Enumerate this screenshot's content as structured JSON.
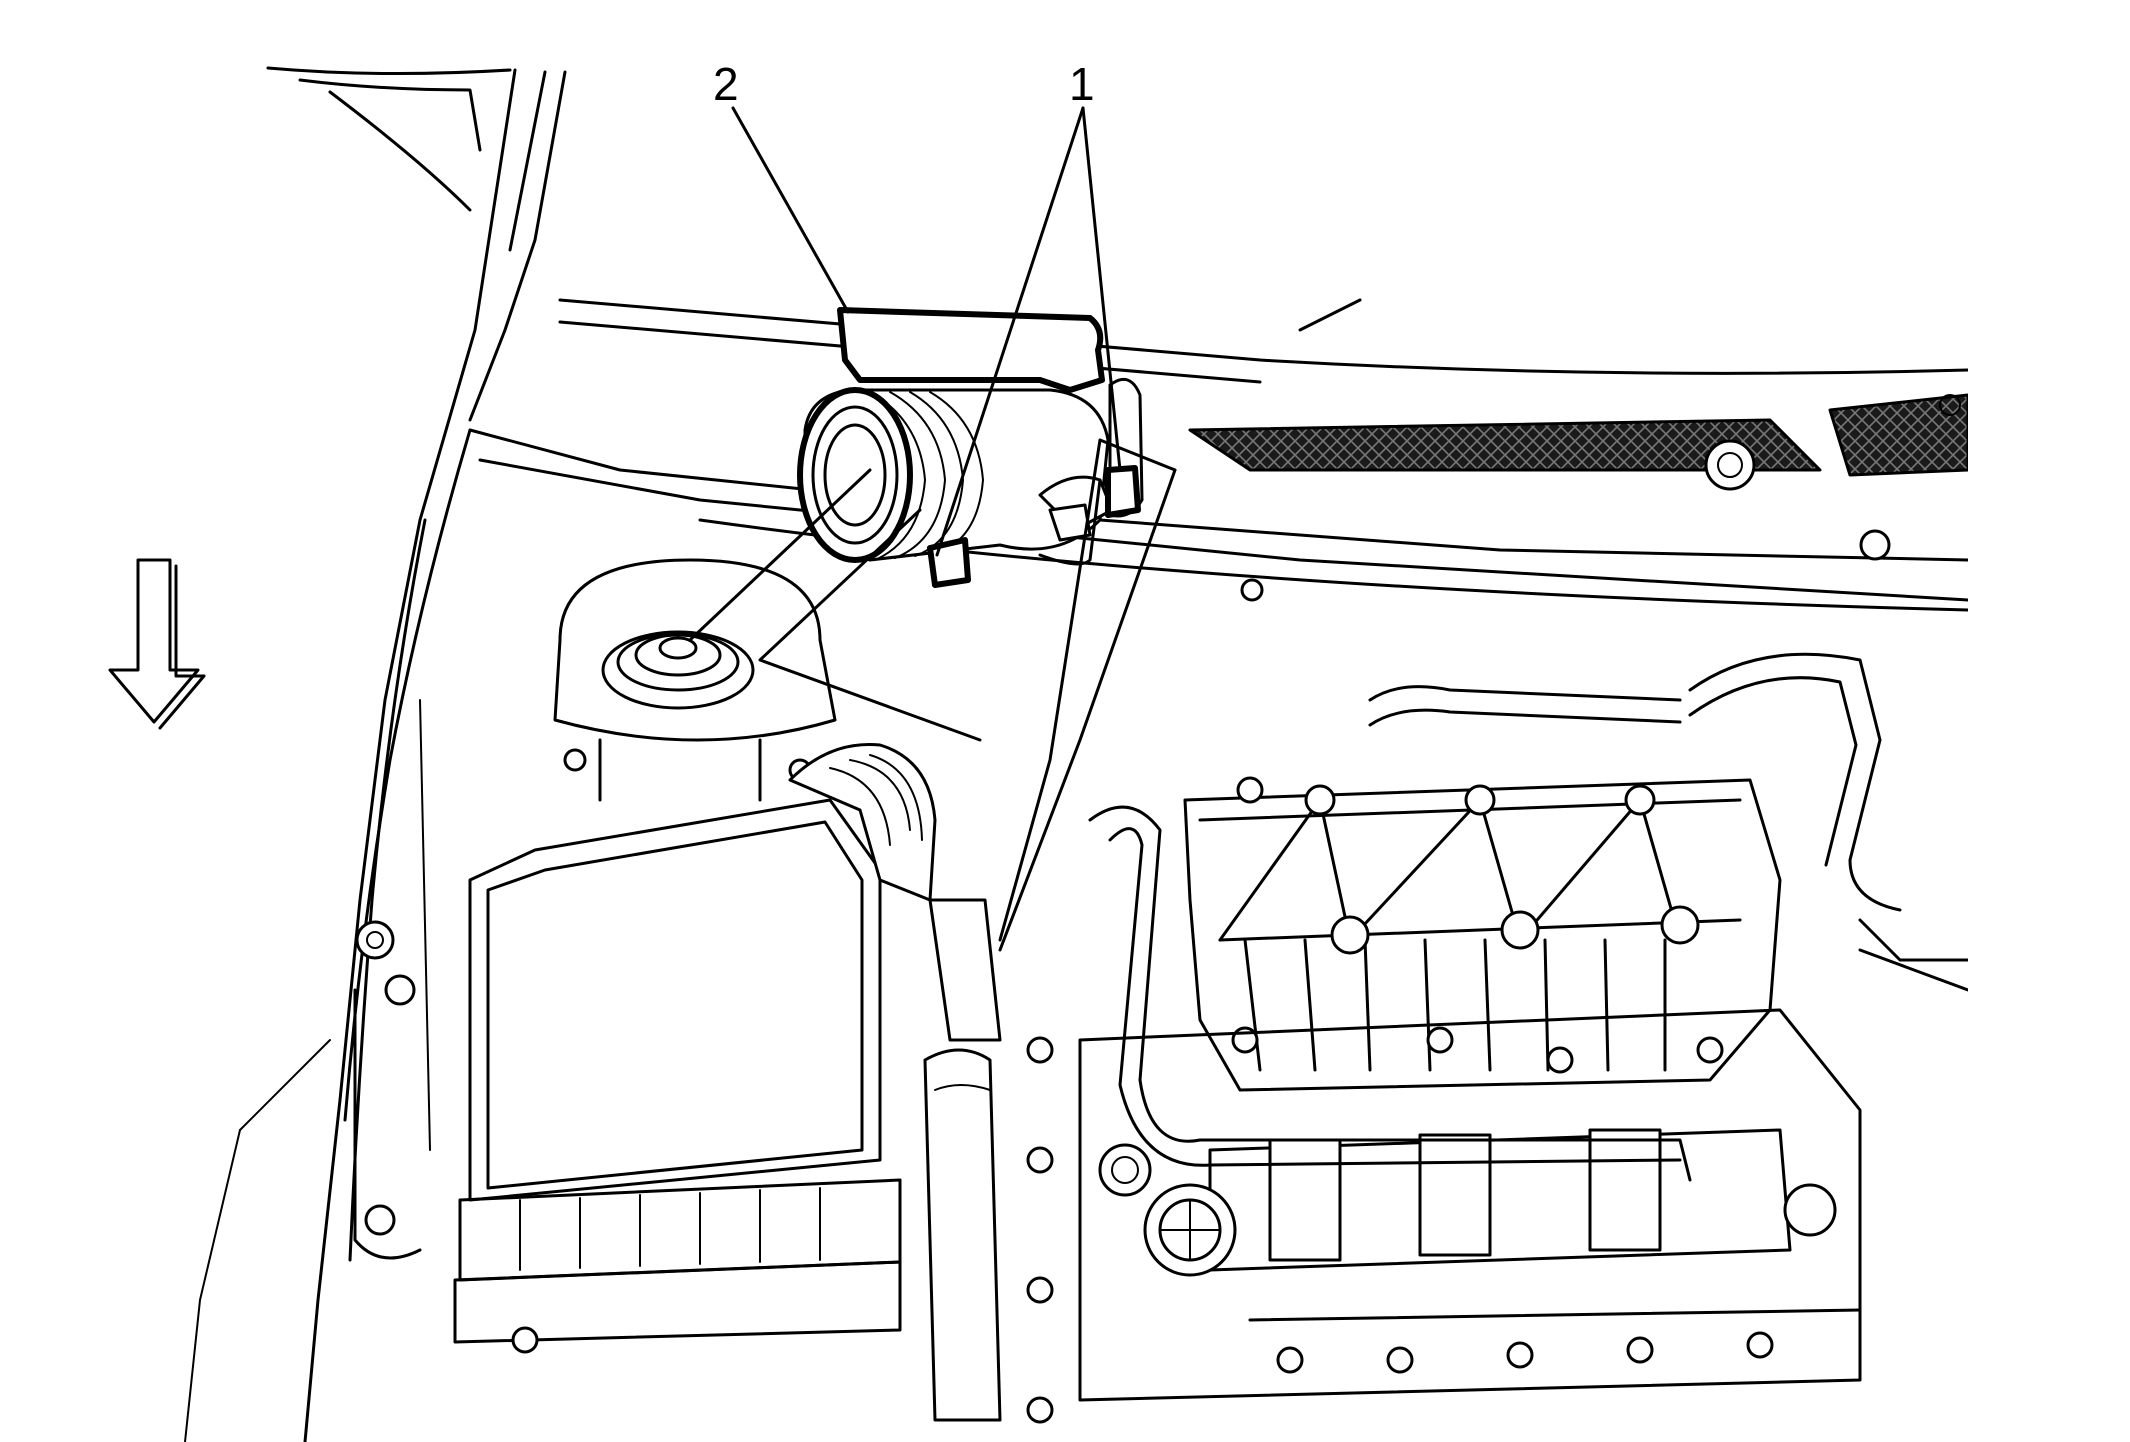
{
  "callouts": [
    {
      "id": "callout-1",
      "text": "1"
    },
    {
      "id": "callout-2",
      "text": "2"
    }
  ],
  "icons": {
    "direction_arrow": "down-arrow-icon"
  },
  "colors": {
    "line": "#000000",
    "background": "#ffffff",
    "mesh": "#1a1a1a"
  }
}
